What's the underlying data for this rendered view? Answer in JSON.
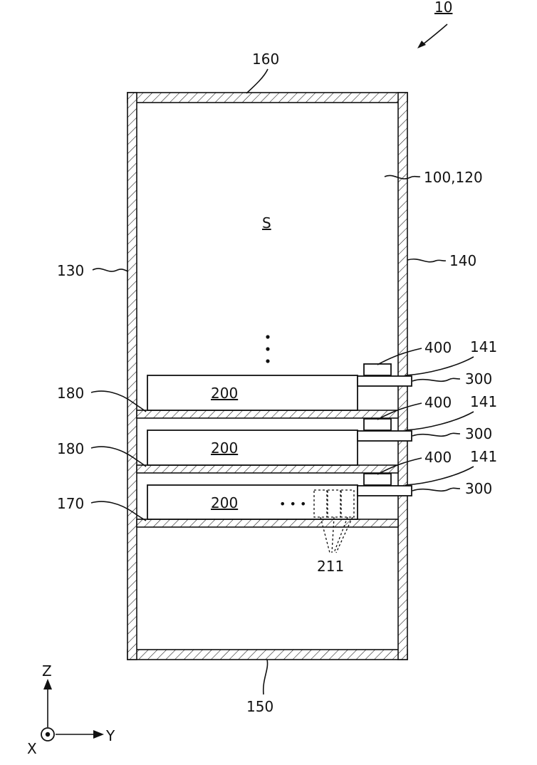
{
  "figure_ref": "10",
  "labels": {
    "top_wall": "160",
    "bottom_wall": "150",
    "left_wall": "130",
    "right_wall": "140",
    "housing": "100,120",
    "space": "S",
    "shelf_upper": "180",
    "shelf_middle": "180",
    "shelf_lower": "170",
    "unit": "200",
    "sensor": "400",
    "hole": "141",
    "pipe": "300",
    "cells": "211",
    "ellipsis": "• • •"
  },
  "axes": {
    "z": "Z",
    "y": "Y",
    "x": "X"
  }
}
